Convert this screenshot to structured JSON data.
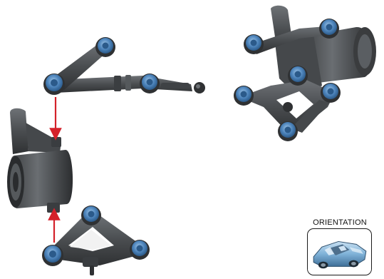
{
  "orientation": {
    "label": "ORIENTATION",
    "icon": "car-icon"
  },
  "colors": {
    "part_body": "#4a4d50",
    "part_shadow": "#2b2d2f",
    "part_highlight": "#7a7e82",
    "bushing_blue": "#4f86bd",
    "bushing_light": "#8fb8df",
    "arrow_red": "#d4212a",
    "car_blue": "#7fb2d8"
  },
  "parts": [
    {
      "name": "upper-control-arm"
    },
    {
      "name": "steering-knuckle"
    },
    {
      "name": "lower-control-arm"
    },
    {
      "name": "assembled-suspension"
    }
  ],
  "connectors": [
    {
      "name": "upper-arm-to-knuckle-arrow"
    },
    {
      "name": "lower-arm-to-knuckle-arrow"
    }
  ]
}
